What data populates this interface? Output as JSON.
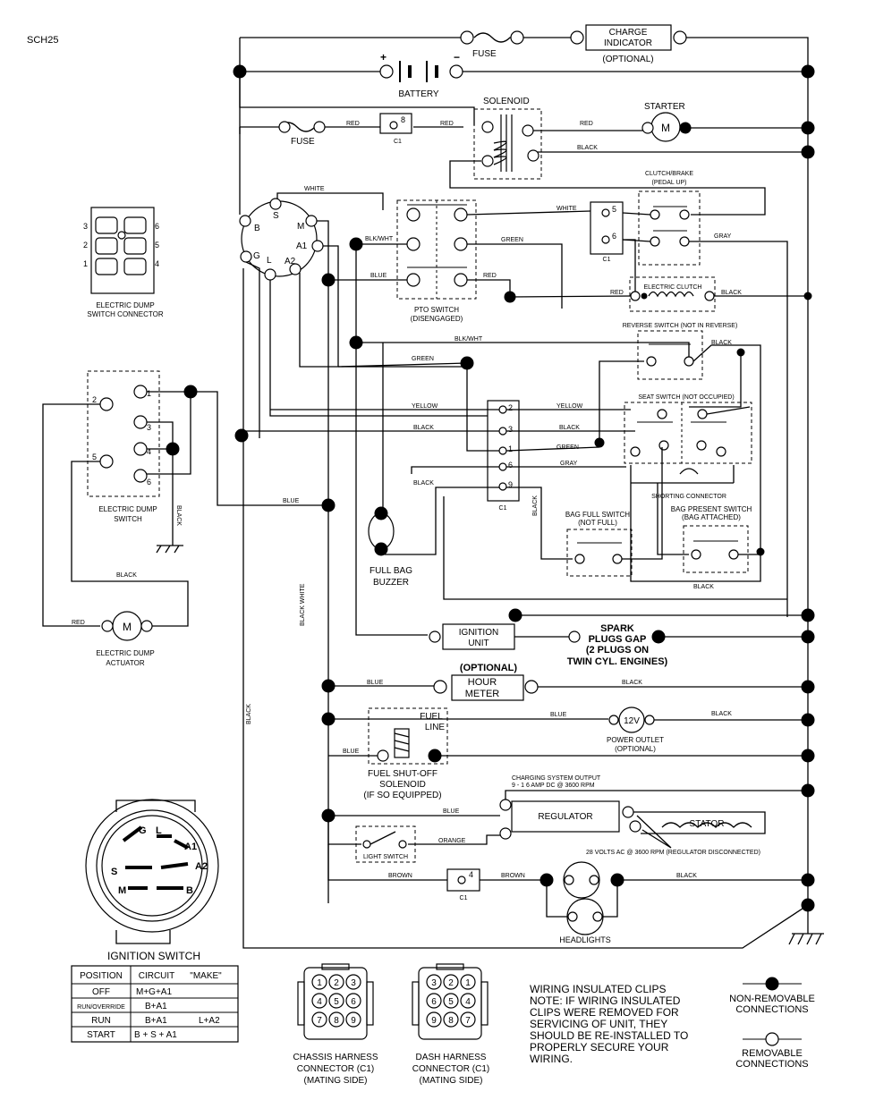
{
  "diagram_id": "SCH25",
  "top": {
    "fuse": "FUSE",
    "charge_indicator": [
      "CHARGE",
      "INDICATOR"
    ],
    "charge_optional": "(OPTIONAL)",
    "battery": "BATTERY",
    "battery_plus": "+",
    "battery_minus": "−"
  },
  "solenoid": "SOLENOID",
  "starter": "STARTER",
  "motor_symbol": "M",
  "fuse2": "FUSE",
  "c1": "C1",
  "clutch_brake": [
    "CLUTCH/BRAKE",
    "(PEDAL UP)"
  ],
  "electric_clutch": "ELECTRIC CLUTCH",
  "pto_switch": [
    "PTO SWITCH",
    "(DISENGAGED)"
  ],
  "reverse_switch": "REVERSE SWITCH (NOT IN REVERSE)",
  "seat_switch": "SEAT SWITCH (NOT OCCUPIED)",
  "shorting_connector": "SHORTING CONNECTOR",
  "bag_full_switch": [
    "BAG FULL SWITCH",
    "(NOT FULL)"
  ],
  "bag_present_switch": [
    "BAG PRESENT SWITCH",
    "(BAG ATTACHED)"
  ],
  "full_bag_buzzer": [
    "FULL BAG",
    "BUZZER"
  ],
  "ignition_unit": [
    "IGNITION",
    "UNIT"
  ],
  "spark_plugs": [
    "SPARK",
    "PLUGS GAP",
    "(2 PLUGS ON",
    "TWIN CYL. ENGINES)"
  ],
  "hour_meter": [
    "HOUR",
    "METER"
  ],
  "hour_meter_optional": "(OPTIONAL)",
  "power_outlet": [
    "POWER OUTLET",
    "(OPTIONAL)"
  ],
  "power_outlet_symbol": "12V",
  "fuel_line": [
    "FUEL",
    "LINE"
  ],
  "fuel_solenoid": [
    "FUEL SHUT-OFF",
    "SOLENOID",
    "(IF SO EQUIPPED)"
  ],
  "charging_output": [
    "CHARGING SYSTEM OUTPUT",
    "9 - 1 6 AMP DC @ 3600 RPM"
  ],
  "regulator": "REGULATOR",
  "stator": "STATOR",
  "stator_note": "28 VOLTS AC @ 3600 RPM (REGULATOR DISCONNECTED)",
  "light_switch": "LIGHT SWITCH",
  "headlights": "HEADLIGHTS",
  "dump_connector": [
    "ELECTRIC DUMP",
    "SWITCH CONNECTOR"
  ],
  "dump_connector_pins": [
    "3",
    "6",
    "2",
    "5",
    "1",
    "4"
  ],
  "dump_switch": [
    "ELECTRIC DUMP",
    "SWITCH"
  ],
  "dump_switch_pins": [
    "1",
    "2",
    "3",
    "4",
    "5",
    "6"
  ],
  "dump_actuator": [
    "ELECTRIC DUMP",
    "ACTUATOR"
  ],
  "ignition_terminals": [
    "S",
    "B",
    "M",
    "A1",
    "G",
    "A2",
    "L"
  ],
  "c1_pins": [
    "2",
    "3",
    "1",
    "6",
    "9"
  ],
  "wires": {
    "red": "RED",
    "black": "BLACK",
    "white": "WHITE",
    "blkwht": "BLK/WHT",
    "green": "GREEN",
    "blue": "BLUE",
    "gray": "GRAY",
    "yellow": "YELLOW",
    "orange": "ORANGE",
    "brown": "BROWN",
    "black_white": "BLACK WHITE"
  },
  "pin8": "8",
  "pin5": "5",
  "pin6": "6",
  "pin4": "4",
  "ignition_switch": {
    "title": "IGNITION SWITCH",
    "face_letters": [
      "G",
      "L",
      "A1",
      "S",
      "A2",
      "M",
      "B"
    ],
    "header": [
      "POSITION",
      "CIRCUIT",
      "\"MAKE\""
    ],
    "rows": [
      [
        "OFF",
        "M+G+A1",
        ""
      ],
      [
        "RUN/OVERRIDE",
        "B+A1",
        ""
      ],
      [
        "RUN",
        "B+A1",
        "L+A2"
      ],
      [
        "START",
        "B + S + A1",
        ""
      ]
    ]
  },
  "chassis_connector": {
    "label": [
      "CHASSIS HARNESS",
      "CONNECTOR (C1)",
      "(MATING SIDE)"
    ],
    "pins": [
      "1",
      "2",
      "3",
      "4",
      "5",
      "6",
      "7",
      "8",
      "9"
    ]
  },
  "dash_connector": {
    "label": [
      "DASH HARNESS",
      "CONNECTOR (C1)",
      "(MATING SIDE)"
    ],
    "pins": [
      "3",
      "2",
      "1",
      "6",
      "5",
      "4",
      "9",
      "8",
      "7"
    ]
  },
  "clips_note": [
    "WIRING INSULATED CLIPS",
    "NOTE: IF WIRING INSULATED",
    "CLIPS WERE REMOVED FOR",
    "SERVICING OF UNIT, THEY",
    "SHOULD BE RE-INSTALLED TO",
    "PROPERLY SECURE YOUR",
    "WIRING."
  ],
  "legend": {
    "non_removable": [
      "NON-REMOVABLE",
      "CONNECTIONS"
    ],
    "removable": [
      "REMOVABLE",
      "CONNECTIONS"
    ]
  }
}
